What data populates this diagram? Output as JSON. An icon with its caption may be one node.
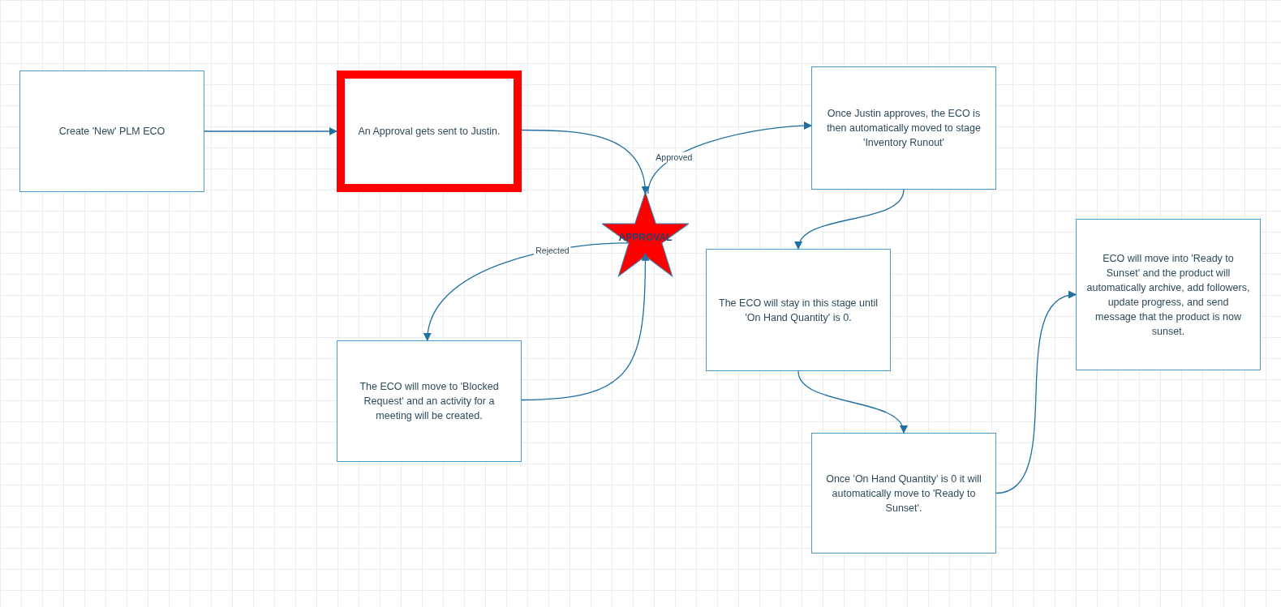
{
  "diagram": {
    "nodes": [
      {
        "text": [
          "Create 'New' PLM ECO"
        ]
      },
      {
        "text": [
          "An Approval gets sent to Justin."
        ]
      },
      {
        "text": [
          "APPROVAL"
        ]
      },
      {
        "text": [
          "Once Justin approves, the ECO is then automatically moved to stage 'Inventory Runout'"
        ]
      },
      {
        "text": [
          "The ECO will move to 'Blocked Request' and an activity for a meeting will be created."
        ]
      },
      {
        "text": [
          "The ECO will stay in this stage until 'On Hand Quantity' is 0."
        ]
      },
      {
        "text": [
          "Once 'On Hand Quantity' is 0 it will automatically move to 'Ready to Sunset'."
        ]
      },
      {
        "text": [
          "ECO will move into 'Ready to Sunset' and the product will automatically archive, add followers, update progress, and send message that the product is now sunset."
        ]
      }
    ],
    "edges": [
      {
        "from": 0,
        "to": 1,
        "arrow": "to"
      },
      {
        "from": 1,
        "to": 2,
        "arrow": "to"
      },
      {
        "from": 2,
        "to": 3,
        "arrow": "to",
        "label": "Approved"
      },
      {
        "from": 2,
        "to": 4,
        "arrow": "to",
        "label": "Rejected"
      },
      {
        "from": 4,
        "to": 2,
        "arrow": "to"
      },
      {
        "from": 3,
        "to": 5,
        "arrow": "to"
      },
      {
        "from": 5,
        "to": 6,
        "arrow": "to"
      },
      {
        "from": 6,
        "to": 7,
        "arrow": "to"
      }
    ]
  }
}
